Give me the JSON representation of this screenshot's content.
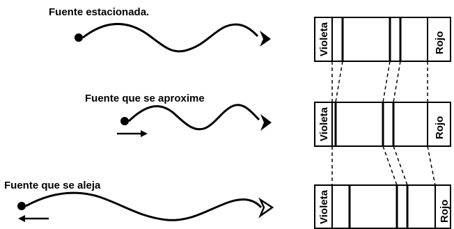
{
  "panels": [
    {
      "id": "stationary",
      "caption": "Fuente estacionada.",
      "motion": "none"
    },
    {
      "id": "approaching",
      "caption": "Fuente que se aproxime",
      "motion": "toward"
    },
    {
      "id": "receding",
      "caption": "Fuente que se aleja",
      "motion": "away"
    }
  ],
  "spectrum": {
    "left_label": "Violeta",
    "right_label": "Rojo"
  }
}
